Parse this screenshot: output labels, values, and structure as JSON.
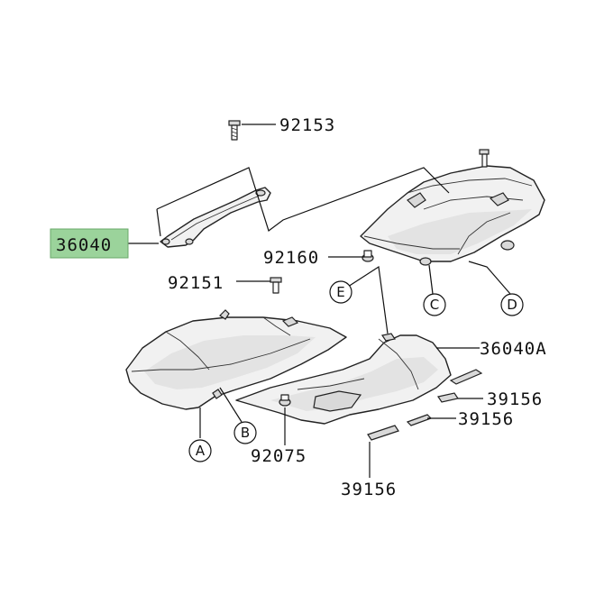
{
  "labels": {
    "p92153": "92153",
    "p36040": "36040",
    "p92160": "92160",
    "p92151": "92151",
    "p36040A": "36040A",
    "p39156_right": "39156",
    "p39156_mid": "39156",
    "p39156_bottom": "39156",
    "p92075": "92075"
  },
  "circle_refs": {
    "A": "A",
    "B": "B",
    "C": "C",
    "D": "D",
    "E": "E"
  },
  "highlight": {
    "part": "36040",
    "color": "#9bd39b"
  }
}
